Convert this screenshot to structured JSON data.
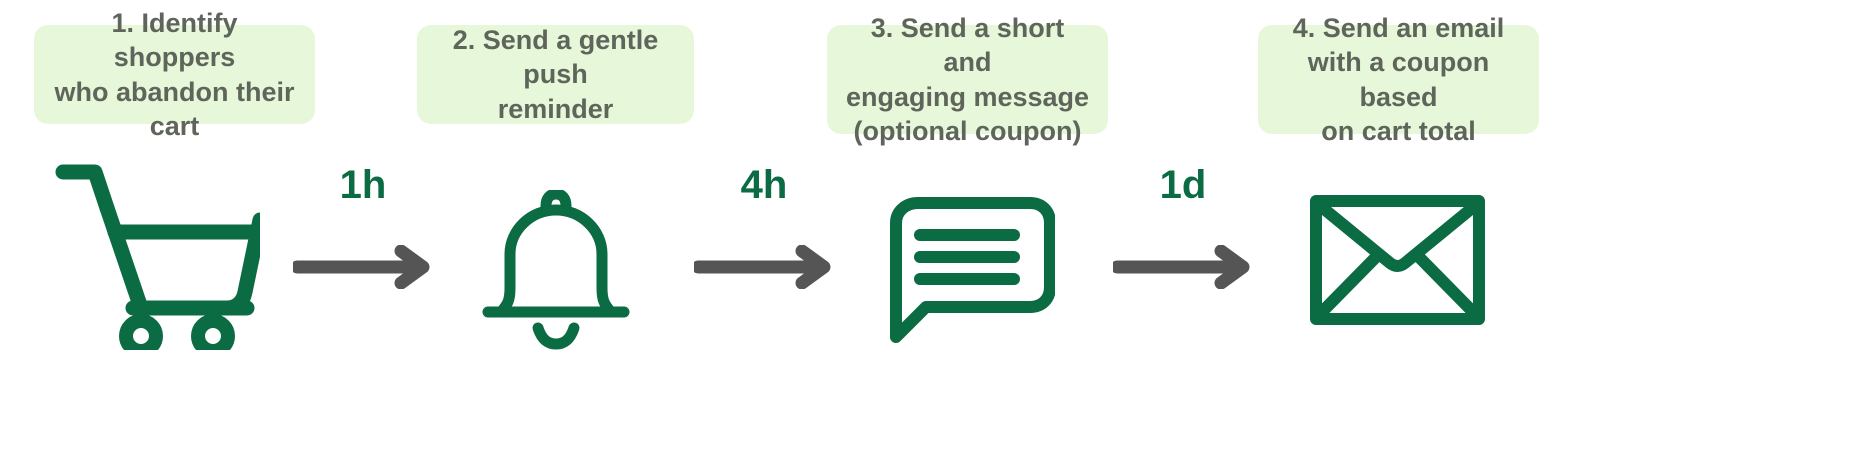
{
  "theme": {
    "background": "#ffffff",
    "label_bg": "#e7f8da",
    "label_text": "#5f655b",
    "icon_green": "#0b6b42",
    "arrow_gray": "#555555"
  },
  "flow": {
    "steps": [
      {
        "label": "1. Identify shoppers\nwho abandon their cart",
        "icon": "shopping-cart-icon"
      },
      {
        "label": "2. Send a gentle push\nreminder",
        "icon": "bell-icon"
      },
      {
        "label": "3. Send a short and\nengaging message\n(optional coupon)",
        "icon": "message-bubble-icon"
      },
      {
        "label": "4. Send an email\nwith a coupon based\non cart total",
        "icon": "envelope-icon"
      }
    ],
    "connectors": [
      {
        "delay": "1h",
        "icon": "arrow-right-icon"
      },
      {
        "delay": "4h",
        "icon": "arrow-right-icon"
      },
      {
        "delay": "1d",
        "icon": "arrow-right-icon"
      }
    ]
  }
}
